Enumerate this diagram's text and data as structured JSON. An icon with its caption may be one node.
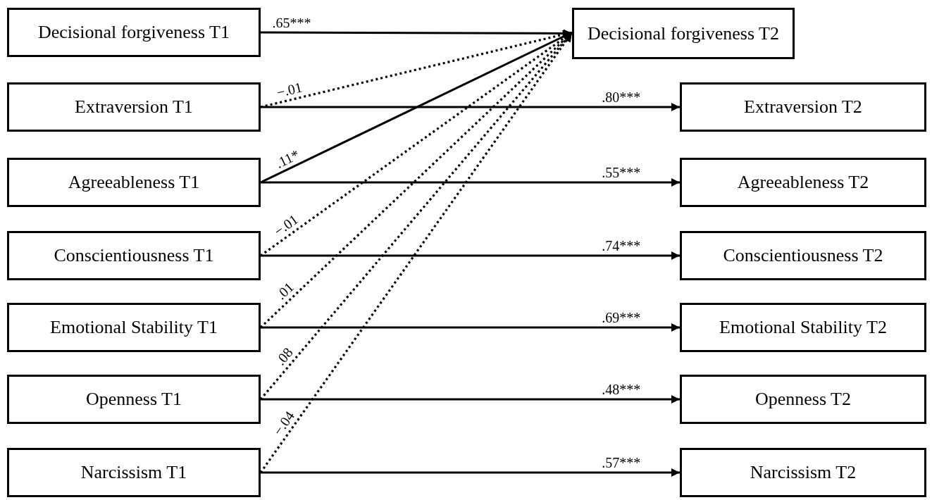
{
  "diagram": {
    "nodes": [
      {
        "text": [
          "Decisional forgiveness T1"
        ]
      },
      {
        "text": [
          "Decisional forgiveness T2"
        ]
      },
      {
        "text": [
          "Extraversion T1"
        ]
      },
      {
        "text": [
          "Extraversion T2"
        ]
      },
      {
        "text": [
          "Agreeableness T1"
        ]
      },
      {
        "text": [
          "Agreeableness T2"
        ]
      },
      {
        "text": [
          "Conscientiousness T1"
        ]
      },
      {
        "text": [
          "Conscientiousness T2"
        ]
      },
      {
        "text": [
          "Emotional Stability T1"
        ]
      },
      {
        "text": [
          "Emotional Stability T2"
        ]
      },
      {
        "text": [
          "Openness T1"
        ]
      },
      {
        "text": [
          "Openness T2"
        ]
      },
      {
        "text": [
          "Narcissism T1"
        ]
      },
      {
        "text": [
          "Narcissism T2"
        ]
      }
    ],
    "edges": [
      {
        "from": 0,
        "to": 1,
        "arrow": "to",
        "label": ".65***"
      },
      {
        "from": 2,
        "to": 1,
        "arrow": "to",
        "label": "−.01",
        "style": "dashed"
      },
      {
        "from": 2,
        "to": 3,
        "arrow": "to",
        "label": ".80***"
      },
      {
        "from": 4,
        "to": 1,
        "arrow": "to",
        "label": ".11*"
      },
      {
        "from": 4,
        "to": 5,
        "arrow": "to",
        "label": ".55***"
      },
      {
        "from": 6,
        "to": 1,
        "arrow": "to",
        "label": "−.01",
        "style": "dashed"
      },
      {
        "from": 6,
        "to": 7,
        "arrow": "to",
        "label": ".74***"
      },
      {
        "from": 8,
        "to": 1,
        "arrow": "to",
        "label": ".01",
        "style": "dashed"
      },
      {
        "from": 8,
        "to": 9,
        "arrow": "to",
        "label": ".69***"
      },
      {
        "from": 10,
        "to": 1,
        "arrow": "to",
        "label": ".08",
        "style": "dashed"
      },
      {
        "from": 10,
        "to": 11,
        "arrow": "to",
        "label": ".48***"
      },
      {
        "from": 12,
        "to": 1,
        "arrow": "to",
        "label": "−.04",
        "style": "dashed"
      },
      {
        "from": 12,
        "to": 13,
        "arrow": "to",
        "label": ".57***"
      }
    ]
  }
}
